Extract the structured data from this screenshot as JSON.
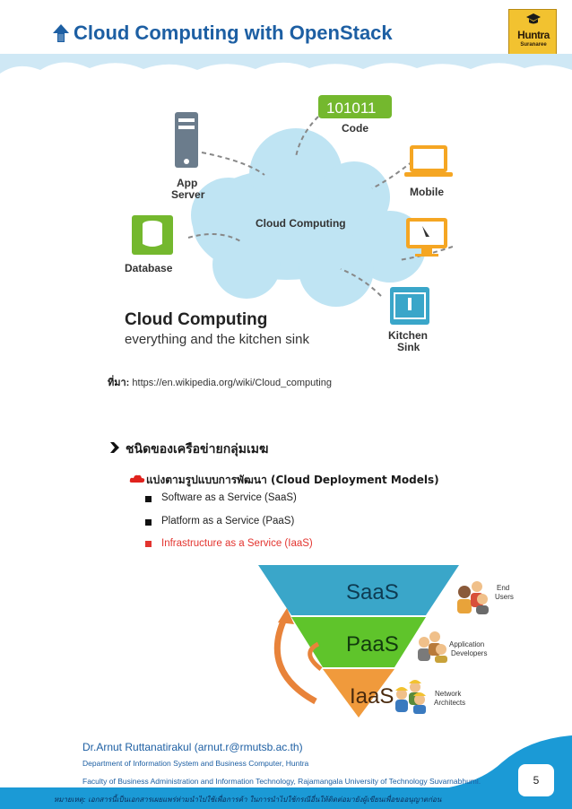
{
  "header": {
    "title": "Cloud Computing with OpenStack",
    "logo_text": "Huntra",
    "logo_sub": "Suranaree"
  },
  "diagram": {
    "center_label": "Cloud Computing",
    "code_badge": "101011",
    "code_label": "Code",
    "app_server_label_1": "App",
    "app_server_label_2": "Server",
    "mobile_label": "Mobile",
    "database_label": "Database",
    "pc_label": "PC",
    "kitchen_label_1": "Kitchen",
    "kitchen_label_2": "Sink",
    "caption_title": "Cloud Computing",
    "caption_sub": "everything and the kitchen sink"
  },
  "source": {
    "label": "ที่มา:",
    "url": "https://en.wikipedia.org/wiki/Cloud_computing"
  },
  "section": {
    "heading": "ชนิดของเครือข่ายกลุ่มเมฆ",
    "subheading": "แบ่งตามรูปแบบการพัฒนา (Cloud Deployment Models)",
    "items": [
      {
        "text": "Software as a Service (SaaS)",
        "color": "#222222"
      },
      {
        "text": "Platform as a Service (PaaS)",
        "color": "#222222"
      },
      {
        "text": "Infrastructure as a Service (IaaS)",
        "color": "#e3342f"
      }
    ]
  },
  "pyramid": {
    "layers": [
      {
        "label": "SaaS",
        "color": "#3aa6c9"
      },
      {
        "label": "PaaS",
        "color": "#5fc42b"
      },
      {
        "label": "IaaS",
        "color": "#f09a3c"
      }
    ],
    "roles": [
      {
        "label_1": "End",
        "label_2": "Users"
      },
      {
        "label_1": "Application",
        "label_2": "Developers"
      },
      {
        "label_1": "Network",
        "label_2": "Architects"
      }
    ]
  },
  "footer": {
    "author": "Dr.Arnut Ruttanatirakul (arnut.r@rmutsb.ac.th)",
    "department": "Department of Information System and Business Computer, Huntra",
    "faculty": "Faculty of Business Administration and Information Technology, Rajamangala University of Technology Suvarnabhumi.",
    "note": "หมายเหตุ: เอกสารนี้เป็นเอกสารเผยแพร่ห่ามนำไปใช้เพื่อการค้า ในการนำไปใช้กรณีอื่นให้ติดต่อมายังผู้เขียนเพื่อขออนุญาตก่อน",
    "page_number": "5"
  },
  "colors": {
    "title_blue": "#1d5fa3",
    "footer_blue": "#1b9ad6",
    "cloud_fill": "#bfe4f3",
    "logo_gold": "#f2c230"
  }
}
